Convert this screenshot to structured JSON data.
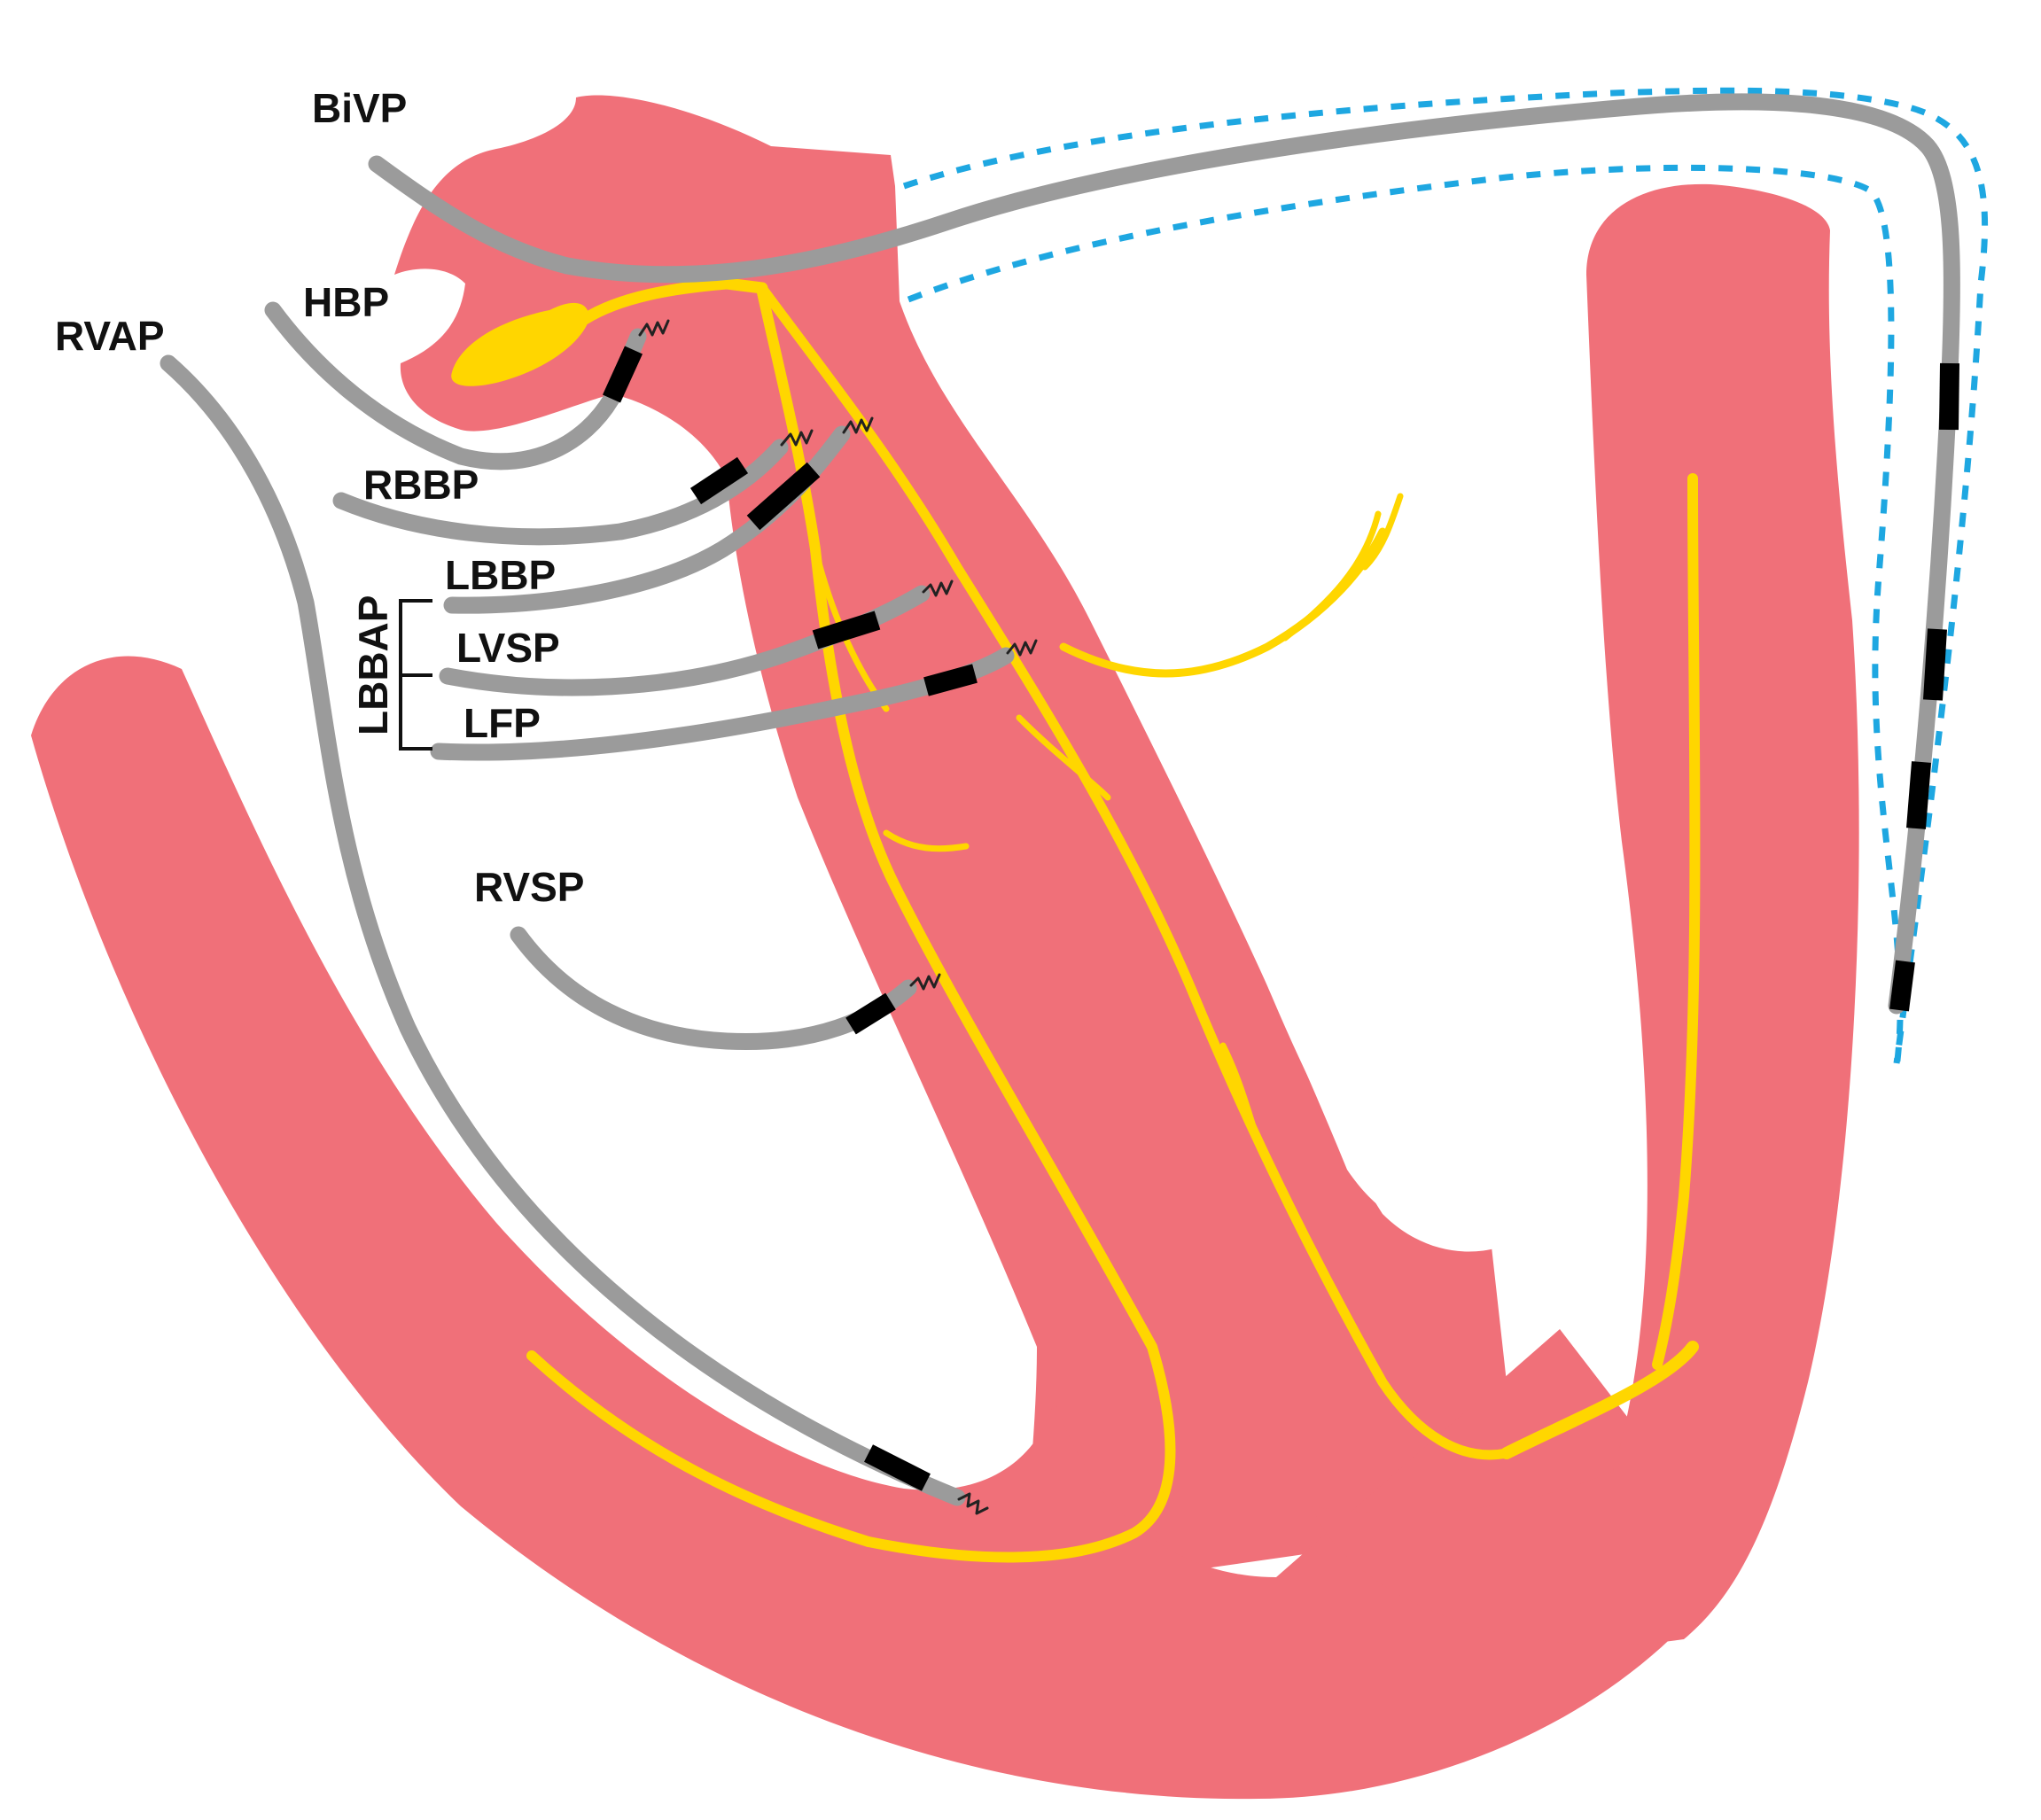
{
  "labels": {
    "bivp": "BiVP",
    "hbp": "HBP",
    "rvap": "RVAP",
    "rbbp": "RBBP",
    "lbbp": "LBBP",
    "lvsp": "LVSP",
    "lfp": "LFP",
    "lbbap": "LBBAP",
    "rvsp": "RVSP"
  },
  "colors": {
    "myocardium": "#f07079",
    "conduction_system": "#ffd600",
    "lead_body": "#9b9b9b",
    "electrode": "#000000",
    "coronary_sinus_outline": "#1ea7e1"
  }
}
